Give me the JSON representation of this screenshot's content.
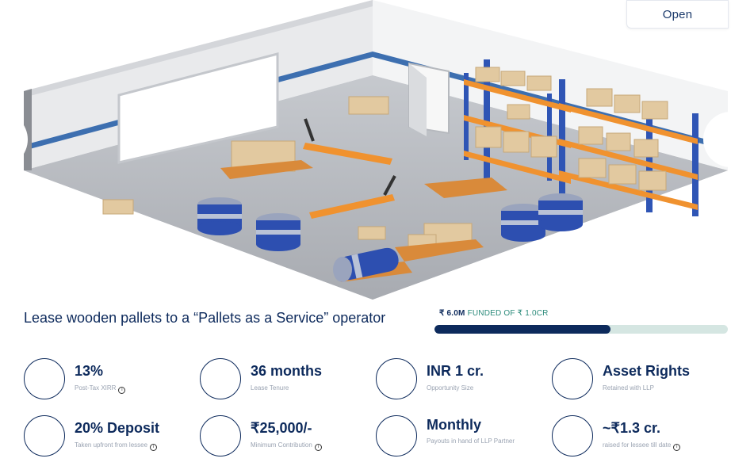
{
  "status": {
    "label": "Open"
  },
  "hero": {
    "icon": "warehouse-illustration"
  },
  "title": "Lease wooden pallets to a “Pallets as a Service” operator",
  "funding": {
    "amount": "₹ 6.0M",
    "label": "FUNDED OF ₹ 1.0CR",
    "progress_fraction": 0.6,
    "colors": {
      "fill": "#0d2a5c",
      "track": "#d5e6e2",
      "label": "#2a8a7a"
    }
  },
  "stats": [
    {
      "value": "13%",
      "caption": "Post-Tax XIRR",
      "info": true,
      "icon": "xirr-icon"
    },
    {
      "value": "36 months",
      "caption": "Lease Tenure",
      "info": false,
      "icon": "calendar-icon"
    },
    {
      "value": "INR 1 cr.",
      "caption": "Opportunity Size",
      "info": false,
      "icon": "money-icon"
    },
    {
      "value": "Asset Rights",
      "caption": "Retained with LLP",
      "info": false,
      "icon": "shield-icon"
    },
    {
      "value": "20% Deposit",
      "caption": "Taken upfront from lessee",
      "info": true,
      "icon": "deposit-icon"
    },
    {
      "value": "₹25,000/-",
      "caption": "Minimum Contribution",
      "info": true,
      "icon": "wallet-icon"
    },
    {
      "value": "Monthly",
      "caption": "Payouts in hand of LLP Partner",
      "info": false,
      "icon": "payout-icon"
    },
    {
      "value": "~₹1.3 cr.",
      "caption": "raised for lessee till date",
      "info": true,
      "icon": "raised-icon"
    }
  ]
}
